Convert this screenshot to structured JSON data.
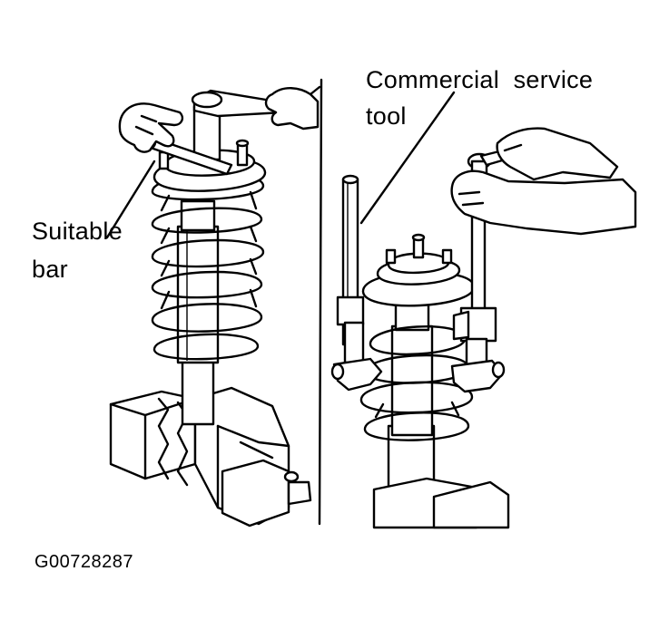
{
  "labels": {
    "commercial_service_tool_line1": "Commercial  service",
    "commercial_service_tool_line2": "tool",
    "suitable_bar_line1": "Suitable",
    "suitable_bar_line2": "bar"
  },
  "figure_id": "G00728287"
}
